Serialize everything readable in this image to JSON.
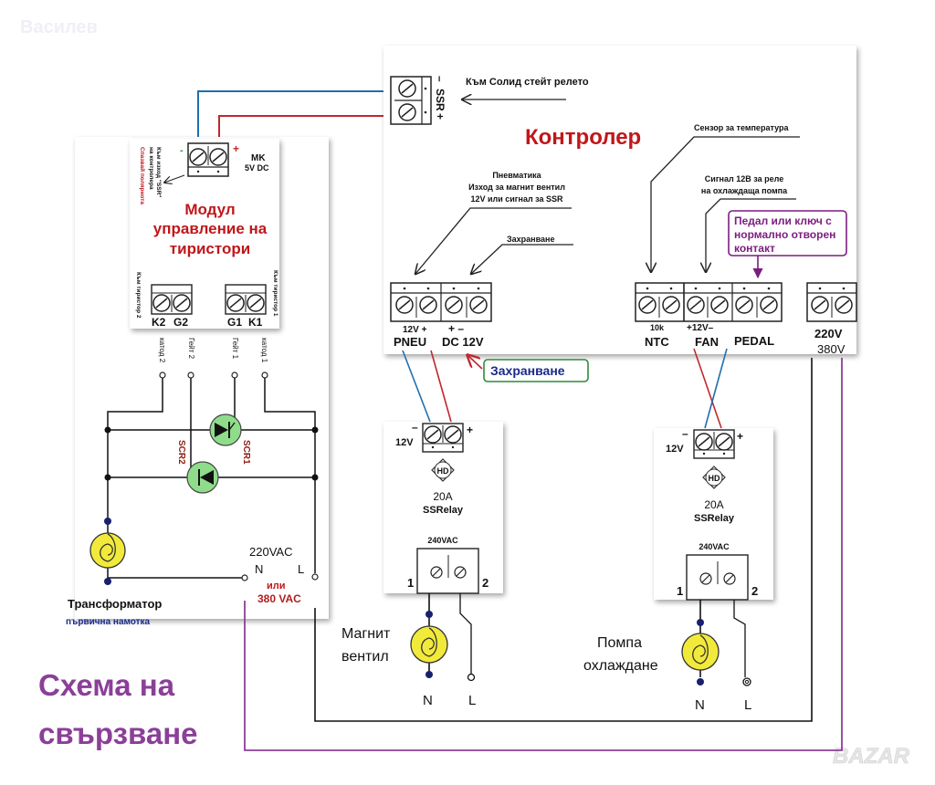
{
  "watermark_author": "Василев",
  "watermark_site": "BAZAR",
  "title_line1": "Схема на",
  "title_line2": "свързване",
  "controller": {
    "title": "Контролер",
    "ssr_label": "SSR",
    "ssr_minus": "–",
    "ssr_plus": "+",
    "ssr_note": "Към Солид стейт релето",
    "temp_sensor_note": "Сензор за температура",
    "pneu_note_line1": "Пневматика",
    "pneu_note_line2": "Изход за магнит вентил",
    "pneu_note_line3": "12V  или сигнал за SSR",
    "power_note": "Захранване",
    "fan_note_line1": "Сигнал 12В за реле",
    "fan_note_line2": "на охлаждаща помпа",
    "pedal_note_line1": "Педал или ключ с",
    "pedal_note_line2": "нормално отворен",
    "pedal_note_line3": "контакт",
    "terminals": {
      "pneu_top": "12V +",
      "pneu": "PNEU",
      "dc_top": "+   –",
      "dc": "DC 12V",
      "ntc_top": "10k",
      "ntc": "NTC",
      "fan_top": "+12V–",
      "fan": "FAN",
      "pedal": "PEDAL",
      "mains_line1": "220V",
      "mains_line2": "380V"
    },
    "power_callout": "Захранване"
  },
  "thyristor_module": {
    "title_line1": "Модул",
    "title_line2": "управление на",
    "title_line3": "тиристори",
    "input_minus": "-",
    "input_plus": "+",
    "input_label_line1": "MK",
    "input_label_line2": "5V DC",
    "side_note_line1": "Към изход \"SSR\"",
    "side_note_line2": "на контролера",
    "side_note_line3": "Спазвай полярнота",
    "left_group_note": "Към тиристор 2",
    "right_group_note": "Към тиристор 1",
    "k2": "K2",
    "g2": "G2",
    "g1": "G1",
    "k1": "K1",
    "wire_k2": "катод 2",
    "wire_g2": "Гейт 2",
    "wire_g1": "Гейт 1",
    "wire_k1": "катод 1",
    "scr1": "SCR1",
    "scr2": "SCR2",
    "mains_voltage": "220VAC",
    "n_label": "N",
    "l_label": "L",
    "or_label": "или",
    "alt_voltage": "380 VAC",
    "transformer_line1": "Трансформатор",
    "transformer_line2": "първична намотка"
  },
  "relays": [
    {
      "control_voltage": "12V",
      "minus": "–",
      "plus": "+",
      "logo": "HD",
      "rating": "20A",
      "type": "SSRelay",
      "load_voltage": "240VAC",
      "pin1": "1",
      "pin2": "2",
      "load_line1": "Магнит",
      "load_line2": "вентил",
      "n_label": "N",
      "l_label": "L"
    },
    {
      "control_voltage": "12V",
      "minus": "–",
      "plus": "+",
      "logo": "HD",
      "rating": "20A",
      "type": "SSRelay",
      "load_voltage": "240VAC",
      "pin1": "1",
      "pin2": "2",
      "load_line1": "Помпа",
      "load_line2": "охлаждане",
      "n_label": "N",
      "l_label": "L"
    }
  ],
  "colors": {
    "red_title": "#c0171b",
    "purple": "#8b3f98",
    "wire_blue": "#1f6fb0",
    "wire_red": "#c0282c",
    "green_box": "#2d8a3a",
    "navy": "#1a2a8c",
    "scr_green": "#8fdc8a",
    "lamp_yellow": "#f2ea3a"
  }
}
